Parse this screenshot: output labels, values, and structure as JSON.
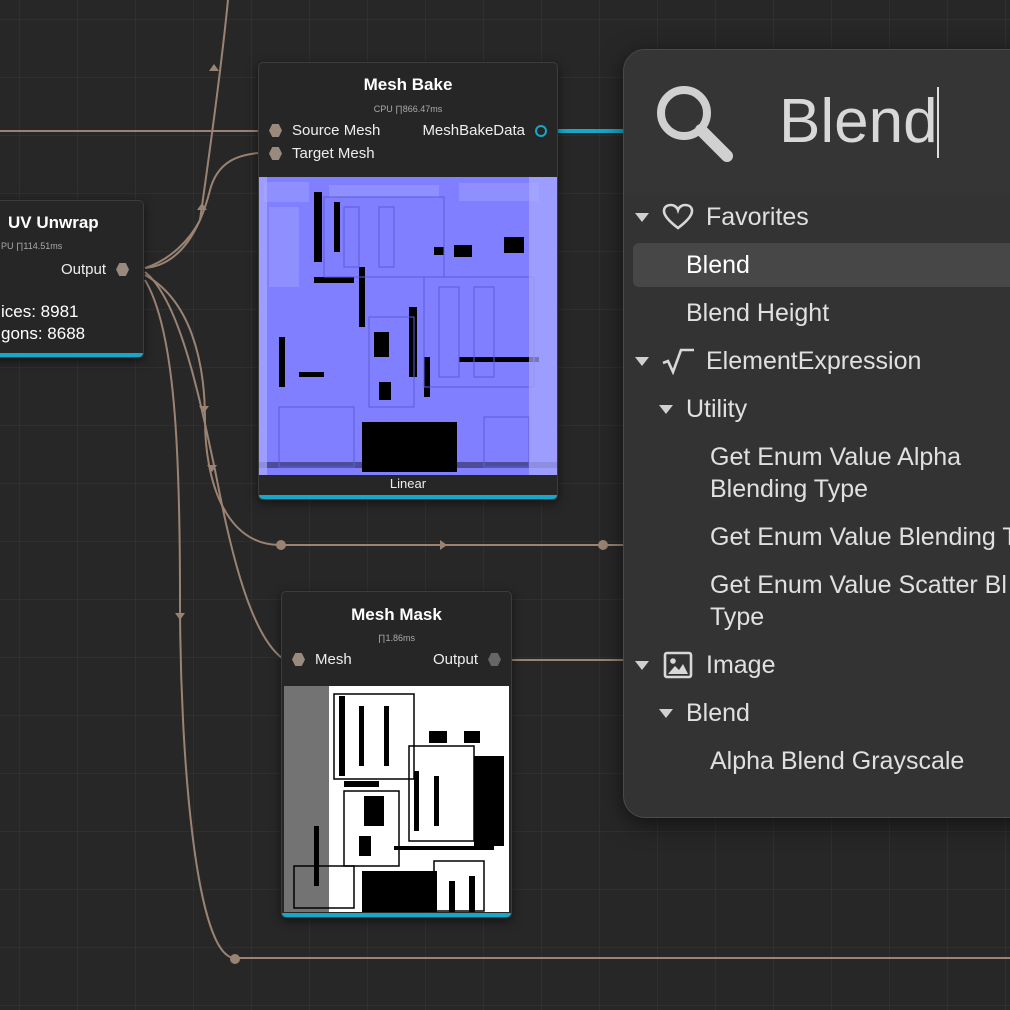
{
  "nodes": {
    "uv_unwrap": {
      "title": "UV Unwrap",
      "stat": "PU ∏114.51ms",
      "output_label": "Output",
      "vertices": "ices: 8981",
      "polygons": "gons: 8688"
    },
    "mesh_bake": {
      "title": "Mesh Bake",
      "stat": "CPU ∏866.47ms",
      "inputs": [
        "Source Mesh",
        "Target Mesh"
      ],
      "output_label": "MeshBakeData",
      "color_space": "Linear"
    },
    "mesh_mask": {
      "title": "Mesh Mask",
      "stat": "∏1.86ms",
      "input_label": "Mesh",
      "output_label": "Output"
    }
  },
  "search": {
    "query": "Blend",
    "icon": "magnifier-icon",
    "results": [
      {
        "label": "Favorites",
        "kind": "category",
        "icon": "heart-icon"
      },
      {
        "label": "Blend",
        "kind": "item",
        "selected": true
      },
      {
        "label": "Blend Height",
        "kind": "item"
      },
      {
        "label": "ElementExpression",
        "kind": "category",
        "icon": "sqrt-icon"
      },
      {
        "label": "Utility",
        "kind": "subcategory"
      },
      {
        "label": "Get Enum Value Alpha",
        "label2": "Blending Type",
        "kind": "leaf"
      },
      {
        "label": "Get Enum Value Blending T",
        "kind": "leaf"
      },
      {
        "label": "Get Enum Value Scatter Bl",
        "label2": "Type",
        "kind": "leaf"
      },
      {
        "label": "Image",
        "kind": "category",
        "icon": "image-icon"
      },
      {
        "label": "Blend",
        "kind": "subcategory"
      },
      {
        "label": "Alpha Blend Grayscale",
        "kind": "leaf"
      }
    ]
  },
  "colors": {
    "wire": "#9a8373",
    "accent": "#18a7c9",
    "normal_map": "#7f7fff",
    "panel": "#333333"
  }
}
